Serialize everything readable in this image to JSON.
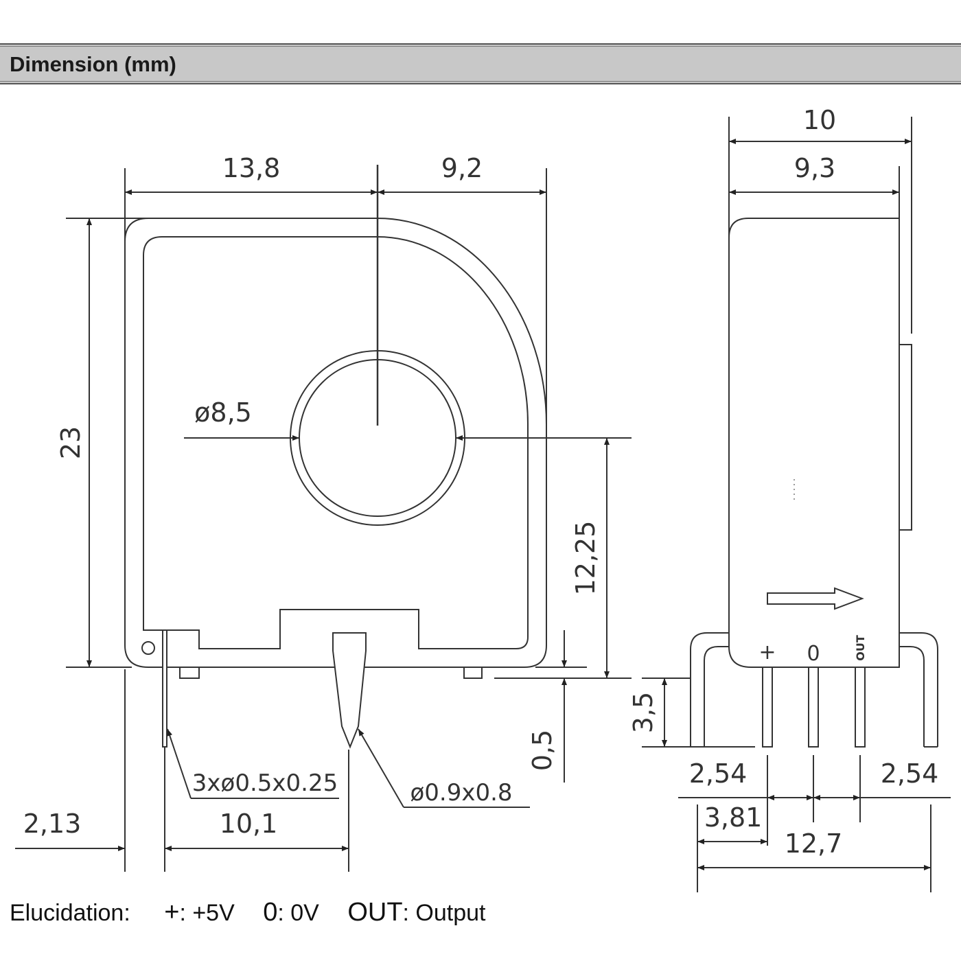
{
  "header": {
    "title": "Dimension (mm)"
  },
  "front_view": {
    "dim_width_left": "13,8",
    "dim_width_right": "9,2",
    "dim_height": "23",
    "dim_hole_diameter": "ø8,5",
    "dim_hole_center_height": "12,25",
    "dim_pin_gap": "0,5",
    "dim_pin_spec": "3xø0.5x0.25",
    "dim_output_pin_spec": "ø0.9x0.8",
    "dim_left_offset": "2,13",
    "dim_pin_spacing": "10,1"
  },
  "side_view": {
    "dim_total_width": "10",
    "dim_body_width": "9,3",
    "dim_pin_length": "3,5",
    "dim_pitch_left": "2,54",
    "dim_pitch_right": "2,54",
    "dim_offset": "3,81",
    "dim_total_pin_span": "12,7",
    "pin_plus": "+",
    "pin_zero": "0",
    "pin_out": "OUT"
  },
  "legend": {
    "prefix": "Elucidation:",
    "items": [
      {
        "key": "+",
        "desc": ": +5V"
      },
      {
        "key": "0",
        "desc": ": 0V"
      },
      {
        "key": "OUT",
        "desc": ": Output"
      }
    ]
  }
}
